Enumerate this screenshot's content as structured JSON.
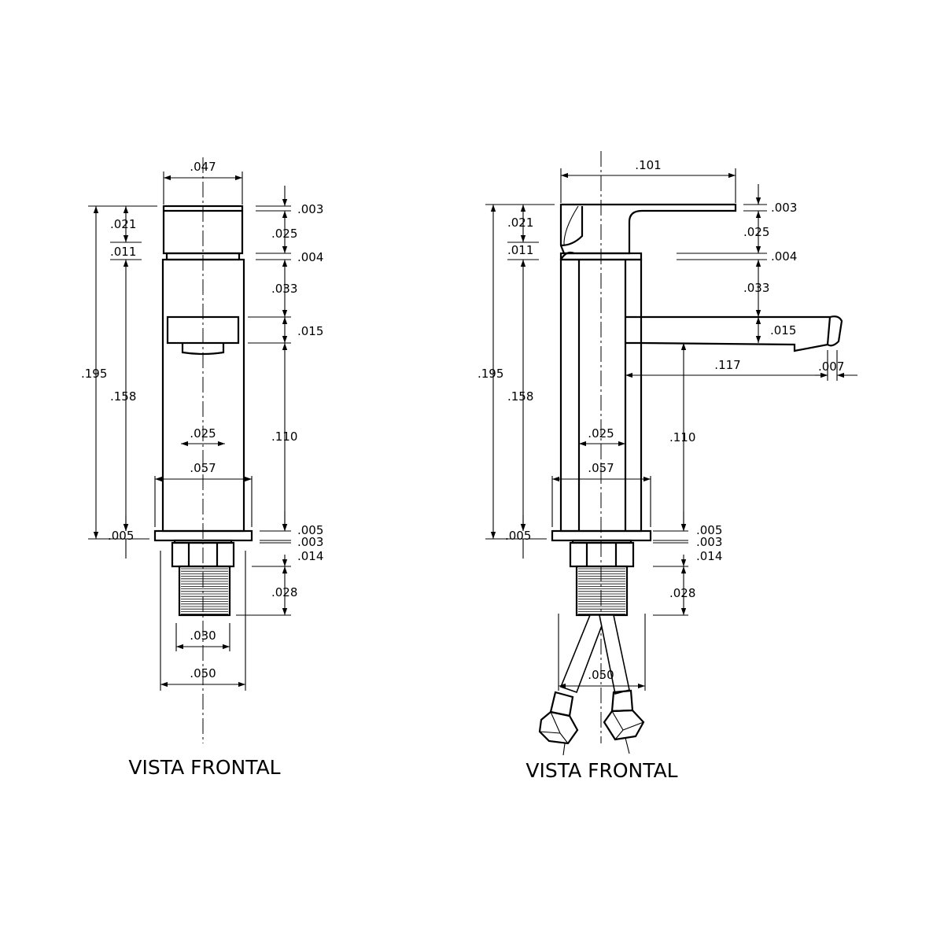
{
  "views": [
    {
      "id": "left",
      "caption": "VISTA FRONTAL",
      "dims": {
        "top_width": ".047",
        "d003_top": ".003",
        "d025": ".025",
        "d004": ".004",
        "d033": ".033",
        "d015": ".015",
        "d110": ".110",
        "d005_r": ".005",
        "d003_r": ".003",
        "d014": ".014",
        "d028": ".028",
        "d021": ".021",
        "d011": ".011",
        "d195": ".195",
        "d158": ".158",
        "d005_l": ".005",
        "d025_inner": ".025",
        "d057": ".057",
        "d030": ".030",
        "d050": ".050"
      }
    },
    {
      "id": "right",
      "caption": "VISTA FRONTAL",
      "dims": {
        "top_width": ".101",
        "d003_top": ".003",
        "d025": ".025",
        "d004": ".004",
        "d033": ".033",
        "d015": ".015",
        "d117": ".117",
        "d007": ".007",
        "d110": ".110",
        "d005_r": ".005",
        "d003_r": ".003",
        "d014": ".014",
        "d028": ".028",
        "d021": ".021",
        "d011": ".011",
        "d195": ".195",
        "d158": ".158",
        "d005_l": ".005",
        "d025_inner": ".025",
        "d057": ".057",
        "d050": ".050"
      }
    }
  ]
}
